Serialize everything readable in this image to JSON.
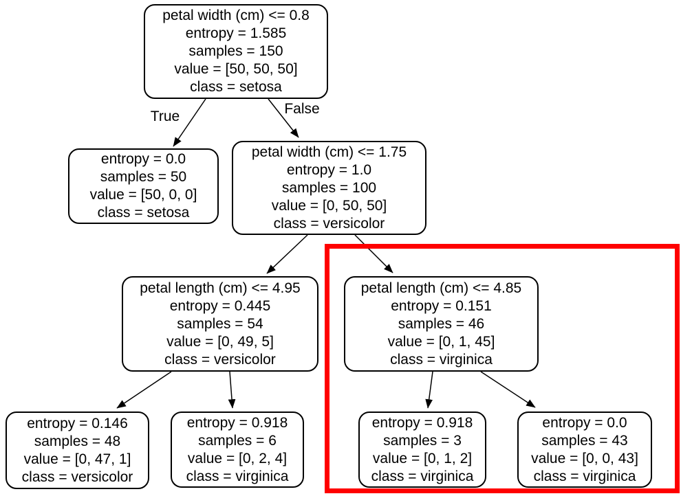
{
  "figure": {
    "type": "decision-tree",
    "background_color": "#ffffff",
    "node_fill_color": "#ffffff",
    "node_border_color": "#000000",
    "edge_color": "#000000",
    "text_color": "#000000",
    "highlight_box_color": "#ff0000"
  },
  "edge_labels": {
    "true_label": "True",
    "false_label": "False"
  },
  "nodes": [
    {
      "id": "root",
      "lines": [
        "petal width (cm) <= 0.8",
        "entropy = 1.585",
        "samples = 150",
        "value = [50, 50, 50]",
        "class = setosa"
      ]
    },
    {
      "id": "leaf-setosa-50",
      "lines": [
        "entropy = 0.0",
        "samples = 50",
        "value = [50, 0, 0]",
        "class = setosa"
      ]
    },
    {
      "id": "split-petal-width-1-75",
      "lines": [
        "petal width (cm) <= 1.75",
        "entropy = 1.0",
        "samples = 100",
        "value = [0, 50, 50]",
        "class = versicolor"
      ]
    },
    {
      "id": "split-petal-length-4-95",
      "lines": [
        "petal length (cm) <= 4.95",
        "entropy = 0.445",
        "samples = 54",
        "value = [0, 49, 5]",
        "class = versicolor"
      ]
    },
    {
      "id": "split-petal-length-4-85",
      "lines": [
        "petal length (cm) <= 4.85",
        "entropy = 0.151",
        "samples = 46",
        "value = [0, 1, 45]",
        "class = virginica"
      ]
    },
    {
      "id": "leaf-versicolor-48",
      "lines": [
        "entropy = 0.146",
        "samples = 48",
        "value = [0, 47, 1]",
        "class = versicolor"
      ]
    },
    {
      "id": "leaf-virginica-6",
      "lines": [
        "entropy = 0.918",
        "samples = 6",
        "value = [0, 2, 4]",
        "class = virginica"
      ]
    },
    {
      "id": "leaf-virginica-3",
      "lines": [
        "entropy = 0.918",
        "samples = 3",
        "value = [0, 1, 2]",
        "class = virginica"
      ]
    },
    {
      "id": "leaf-virginica-43",
      "lines": [
        "entropy = 0.0",
        "samples = 43",
        "value = [0, 0, 43]",
        "class = virginica"
      ]
    }
  ]
}
